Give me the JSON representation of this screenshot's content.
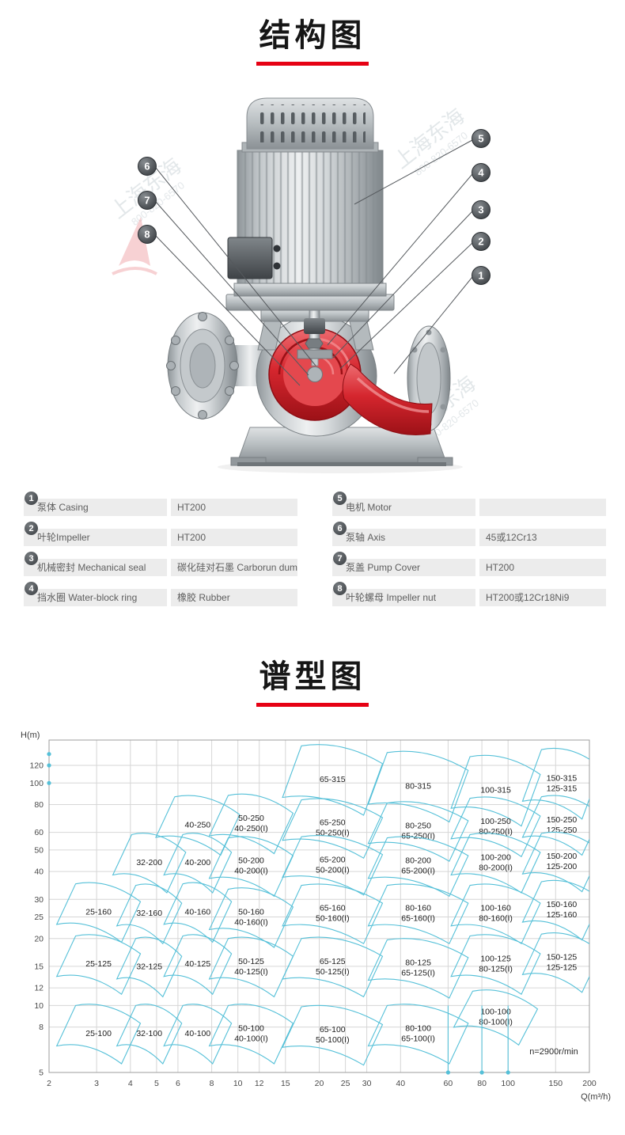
{
  "sections": {
    "structure_title": "结构图",
    "performance_title": "谱型图"
  },
  "watermark": {
    "company": "上海东海",
    "phone": "800-820-6570"
  },
  "callouts": {
    "left": [
      "6",
      "7",
      "8"
    ],
    "right": [
      "5",
      "4",
      "3",
      "2",
      "1"
    ]
  },
  "parts_table": {
    "left": [
      {
        "num": "1",
        "label": "泵体 Casing",
        "value": "HT200"
      },
      {
        "num": "2",
        "label": "叶轮Impeller",
        "value": "HT200"
      },
      {
        "num": "3",
        "label": "机械密封 Mechanical seal",
        "value": "碳化硅对石墨 Carborun dum"
      },
      {
        "num": "4",
        "label": "挡水圈 Water-block ring",
        "value": "橡胶 Rubber"
      }
    ],
    "right": [
      {
        "num": "5",
        "label": "电机 Motor",
        "value": ""
      },
      {
        "num": "6",
        "label": "泵轴 Axis",
        "value": "45或12Cr13"
      },
      {
        "num": "7",
        "label": "泵盖 Pump Cover",
        "value": "HT200"
      },
      {
        "num": "8",
        "label": "叶轮螺母 Impeller nut",
        "value": "HT200或12Cr18Ni9"
      }
    ]
  },
  "chart_data": {
    "type": "area",
    "title": "谱型图",
    "xlabel": "Q(m³/h)",
    "ylabel": "H(m)",
    "x_scale": "log",
    "y_scale": "log",
    "xlim": [
      2,
      200
    ],
    "ylim": [
      5,
      156
    ],
    "x_ticks": [
      2,
      3,
      4,
      5,
      6,
      8,
      10,
      12,
      15,
      20,
      25,
      30,
      40,
      60,
      80,
      100,
      150,
      200
    ],
    "y_ticks": [
      5,
      8,
      10,
      12,
      15,
      20,
      25,
      30,
      40,
      50,
      60,
      80,
      100,
      120
    ],
    "grid": true,
    "legend": false,
    "annotation": "n=2900r/min",
    "accent_color": "#55c0d8",
    "flow_marker_lines": [
      60,
      80,
      100
    ],
    "head_marker_dots": [
      100,
      120,
      135
    ],
    "regions": [
      {
        "labels": [
          "65-315"
        ],
        "q": 22.4,
        "h": 104,
        "dq": 0.15,
        "dh": 0.11
      },
      {
        "labels": [
          "80-315"
        ],
        "q": 46.5,
        "h": 97,
        "dq": 0.15,
        "dh": 0.11
      },
      {
        "labels": [
          "100-315"
        ],
        "q": 90,
        "h": 93,
        "dq": 0.13,
        "dh": 0.11
      },
      {
        "labels": [
          "150-315",
          "125-315"
        ],
        "q": 158,
        "h": 100,
        "dq": 0.11,
        "dh": 0.11
      },
      {
        "labels": [
          "40-250"
        ],
        "q": 7.1,
        "h": 65,
        "dq": 0.12
      },
      {
        "labels": [
          "50-250",
          "40-250(I)"
        ],
        "q": 11.2,
        "h": 66,
        "dq": 0.12
      },
      {
        "labels": [
          "65-250",
          "50-250(I)"
        ],
        "q": 22.4,
        "h": 63,
        "dq": 0.15
      },
      {
        "labels": [
          "80-250",
          "65-250(I)"
        ],
        "q": 46.5,
        "h": 61,
        "dq": 0.15
      },
      {
        "labels": [
          "100-250",
          "80-250(I)"
        ],
        "q": 90,
        "h": 64,
        "dq": 0.13
      },
      {
        "labels": [
          "150-250",
          "125-250"
        ],
        "q": 158,
        "h": 65,
        "dq": 0.11
      },
      {
        "labels": [
          "32-200"
        ],
        "q": 4.7,
        "h": 44,
        "dq": 0.1
      },
      {
        "labels": [
          "40-200"
        ],
        "q": 7.1,
        "h": 44,
        "dq": 0.09
      },
      {
        "labels": [
          "50-200",
          "40-200(I)"
        ],
        "q": 11.2,
        "h": 42.5,
        "dq": 0.12
      },
      {
        "labels": [
          "65-200",
          "50-200(I)"
        ],
        "q": 22.4,
        "h": 43,
        "dq": 0.15
      },
      {
        "labels": [
          "80-200",
          "65-200(I)"
        ],
        "q": 46.5,
        "h": 42.5,
        "dq": 0.15
      },
      {
        "labels": [
          "100-200",
          "80-200(I)"
        ],
        "q": 90,
        "h": 44,
        "dq": 0.13
      },
      {
        "labels": [
          "150-200",
          "125-200"
        ],
        "q": 158,
        "h": 44.5,
        "dq": 0.11
      },
      {
        "labels": [
          "25-160"
        ],
        "q": 3.05,
        "h": 26.4,
        "dq": 0.12
      },
      {
        "labels": [
          "32-160"
        ],
        "q": 4.7,
        "h": 26,
        "dq": 0.085
      },
      {
        "labels": [
          "40-160"
        ],
        "q": 7.1,
        "h": 26.4,
        "dq": 0.09
      },
      {
        "labels": [
          "50-160",
          "40-160(I)"
        ],
        "q": 11.2,
        "h": 25,
        "dq": 0.12
      },
      {
        "labels": [
          "65-160",
          "50-160(I)"
        ],
        "q": 22.4,
        "h": 26,
        "dq": 0.15
      },
      {
        "labels": [
          "80-160",
          "65-160(I)"
        ],
        "q": 46.5,
        "h": 26,
        "dq": 0.15
      },
      {
        "labels": [
          "100-160",
          "80-160(I)"
        ],
        "q": 90,
        "h": 26,
        "dq": 0.13
      },
      {
        "labels": [
          "150-160",
          "125-160"
        ],
        "q": 158,
        "h": 27,
        "dq": 0.11
      },
      {
        "labels": [
          "25-125"
        ],
        "q": 3.05,
        "h": 15.4,
        "dq": 0.12
      },
      {
        "labels": [
          "32-125"
        ],
        "q": 4.7,
        "h": 15,
        "dq": 0.085
      },
      {
        "labels": [
          "40-125"
        ],
        "q": 7.1,
        "h": 15.4,
        "dq": 0.09
      },
      {
        "labels": [
          "50-125",
          "40-125(I)"
        ],
        "q": 11.2,
        "h": 15,
        "dq": 0.12
      },
      {
        "labels": [
          "65-125",
          "50-125(I)"
        ],
        "q": 22.4,
        "h": 15,
        "dq": 0.15
      },
      {
        "labels": [
          "80-125",
          "65-125(I)"
        ],
        "q": 46.5,
        "h": 14.8,
        "dq": 0.15
      },
      {
        "labels": [
          "100-125",
          "80-125(I)"
        ],
        "q": 90,
        "h": 15.4,
        "dq": 0.13
      },
      {
        "labels": [
          "150-125",
          "125-125"
        ],
        "q": 158,
        "h": 15.7,
        "dq": 0.11
      },
      {
        "labels": [
          "25-100"
        ],
        "q": 3.05,
        "h": 7.5,
        "dq": 0.12
      },
      {
        "labels": [
          "32-100"
        ],
        "q": 4.7,
        "h": 7.5,
        "dq": 0.085
      },
      {
        "labels": [
          "40-100"
        ],
        "q": 7.1,
        "h": 7.5,
        "dq": 0.09
      },
      {
        "labels": [
          "50-100",
          "40-100(I)"
        ],
        "q": 11.2,
        "h": 7.5,
        "dq": 0.12
      },
      {
        "labels": [
          "65-100",
          "50-100(I)"
        ],
        "q": 22.4,
        "h": 7.4,
        "dq": 0.15
      },
      {
        "labels": [
          "80-100",
          "65-100(I)"
        ],
        "q": 46.5,
        "h": 7.5,
        "dq": 0.15
      },
      {
        "labels": [
          "100-100",
          "80-100(I)"
        ],
        "q": 90,
        "h": 8.9,
        "dq": 0.12,
        "dh": 0.075
      }
    ]
  }
}
